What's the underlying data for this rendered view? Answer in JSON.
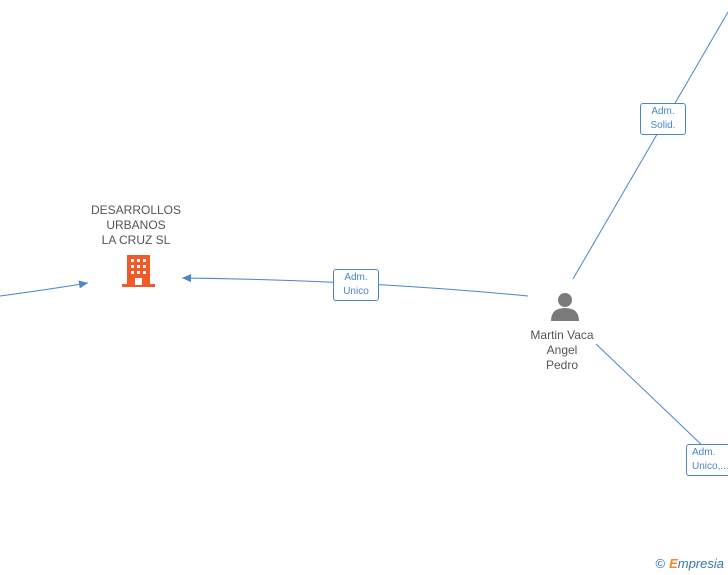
{
  "company": {
    "name_lines": [
      "DESARROLLOS",
      "URBANOS",
      "LA CRUZ SL"
    ],
    "icon": "building-icon",
    "icon_color": "#f05a28"
  },
  "person": {
    "name_lines": [
      "Martin Vaca",
      "Angel",
      "Pedro"
    ],
    "icon": "person-icon",
    "icon_color": "#7a7a7a"
  },
  "edges": {
    "adm_unico": [
      "Adm.",
      "Unico"
    ],
    "adm_solid": [
      "Adm.",
      "Solid."
    ],
    "adm_unico_cut": [
      "Adm.",
      "Unico,..."
    ]
  },
  "colors": {
    "edge": "#4a86c8",
    "text": "#555555"
  },
  "footer": {
    "copyright": "©",
    "brand_initial": "E",
    "brand_rest": "mpresia"
  }
}
